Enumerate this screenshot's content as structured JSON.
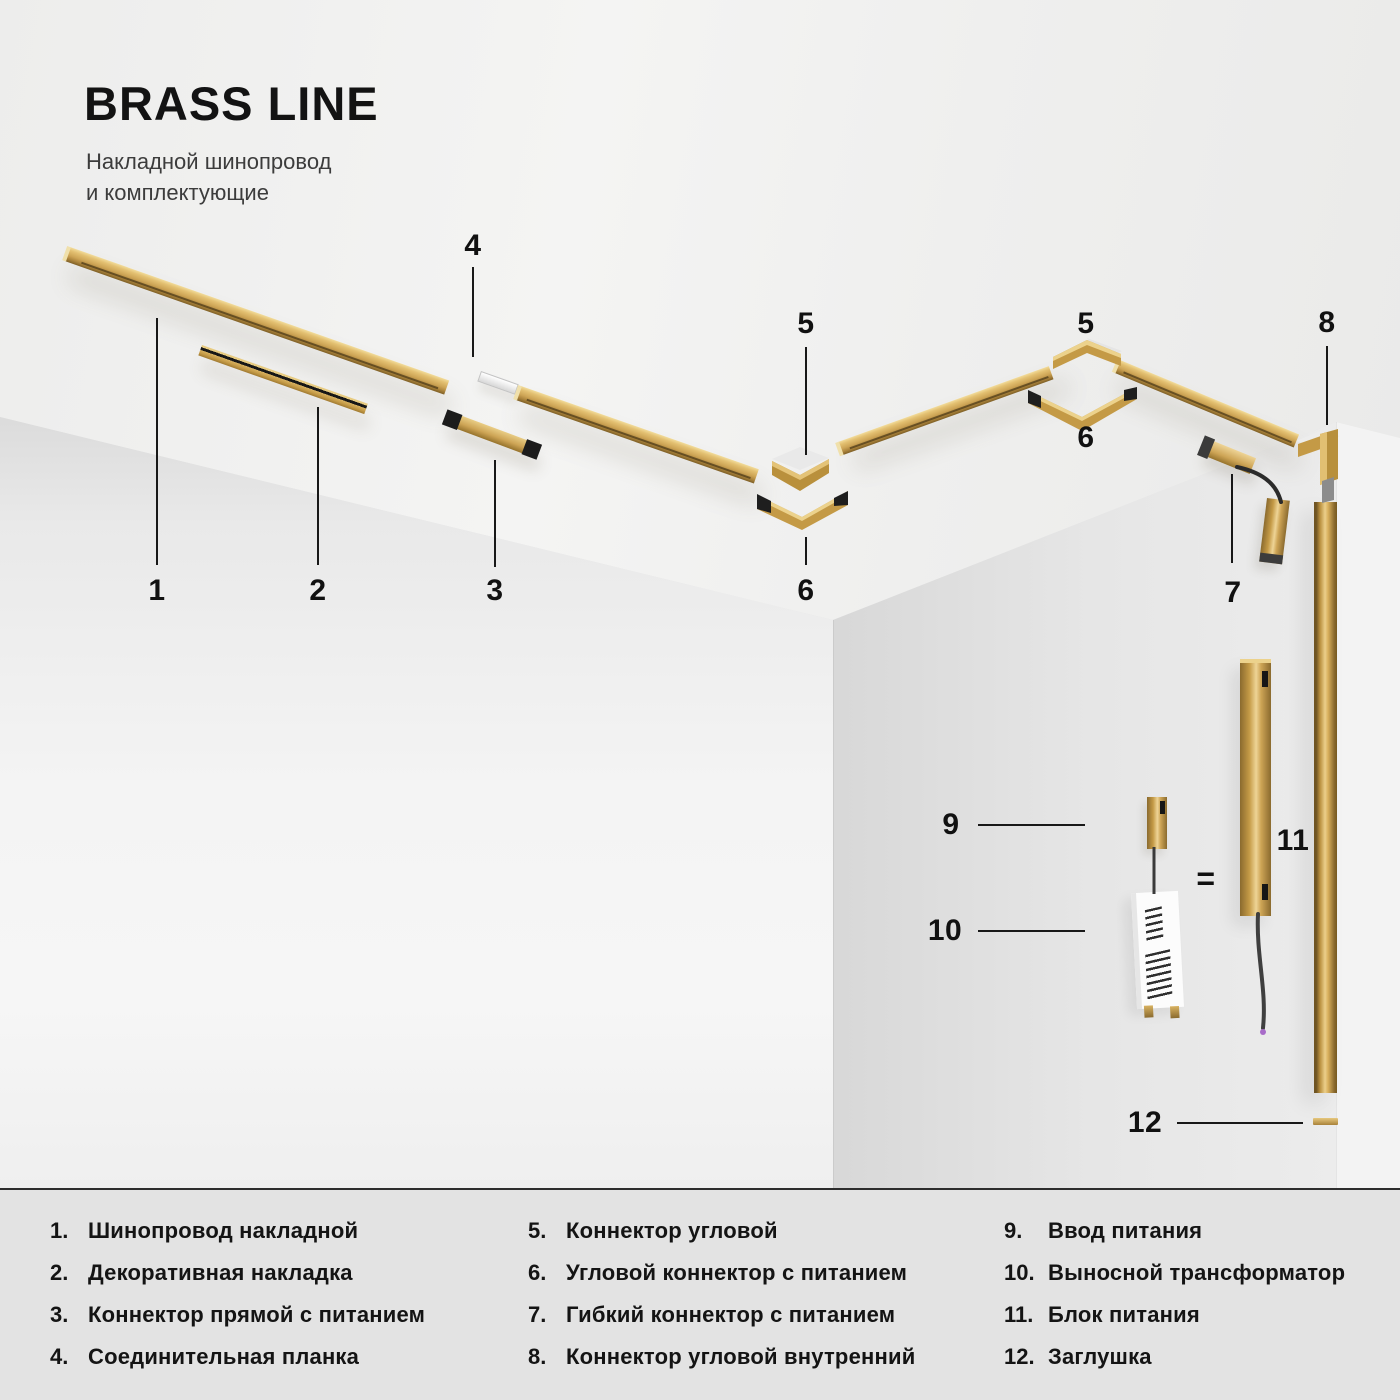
{
  "header": {
    "title": "BRASS LINE",
    "subtitle_line1": "Накладной шинопровод",
    "subtitle_line2": "и комплектующие"
  },
  "callouts": {
    "c1": "1",
    "c2": "2",
    "c3": "3",
    "c4": "4",
    "c5_center": "5",
    "c5_right": "5",
    "c6_center": "6",
    "c6_right": "6",
    "c7": "7",
    "c8": "8",
    "c9": "9",
    "c10": "10",
    "c11": "11",
    "c12": "12",
    "equals_sign": "="
  },
  "legend": {
    "columns": [
      {
        "items": [
          {
            "num": "1.",
            "label": "Шинопровод накладной"
          },
          {
            "num": "2.",
            "label": "Декоративная накладка"
          },
          {
            "num": "3.",
            "label": "Коннектор прямой с питанием"
          },
          {
            "num": "4.",
            "label": "Соединительная планка"
          }
        ]
      },
      {
        "items": [
          {
            "num": "5.",
            "label": "Коннектор угловой"
          },
          {
            "num": "6.",
            "label": "Угловой коннектор с питанием"
          },
          {
            "num": "7.",
            "label": "Гибкий коннектор с питанием"
          },
          {
            "num": "8.",
            "label": "Коннектор угловой внутренний"
          }
        ]
      },
      {
        "items": [
          {
            "num": "9.",
            "label": "Ввод питания"
          },
          {
            "num": "10.",
            "label": "Выносной трансформатор"
          },
          {
            "num": "11.",
            "label": "Блок питания"
          },
          {
            "num": "12.",
            "label": "Заглушка"
          }
        ]
      }
    ]
  },
  "colors": {
    "brass": "#c49a46",
    "brass_light": "#eed496",
    "brass_dark": "#8a6a2e",
    "background": "#e4e4e4",
    "text": "#141414"
  }
}
